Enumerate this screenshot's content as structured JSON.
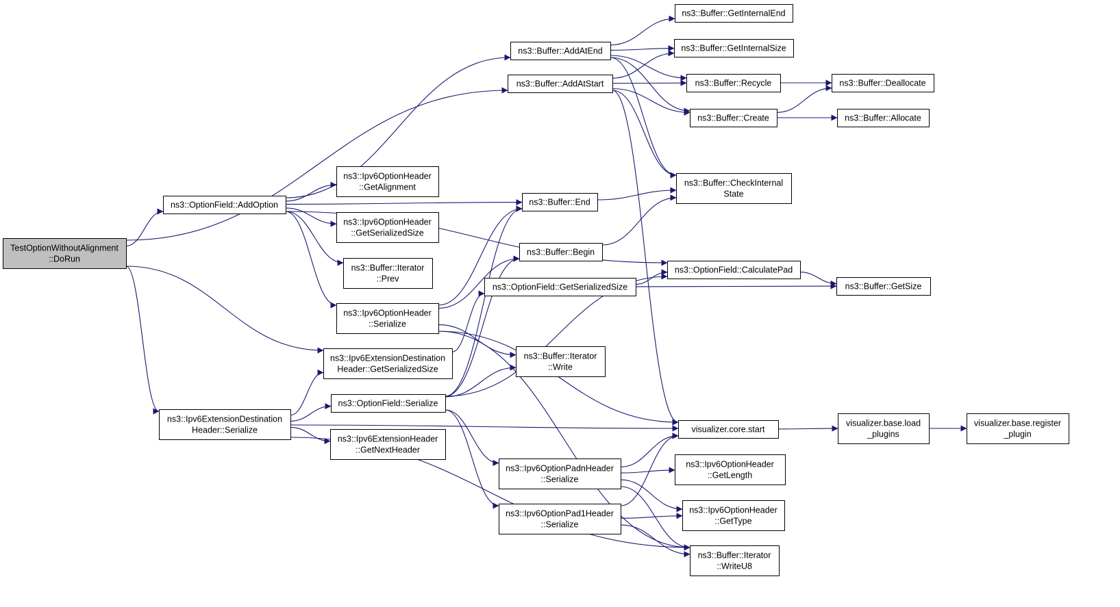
{
  "colors": {
    "edge": "#191970",
    "node_fill": "#ffffff",
    "root_fill": "#bfbfbf",
    "border": "#000000",
    "text": "#000000"
  },
  "nodes": [
    {
      "id": "n_dorun",
      "name": "node-testoption-dorun",
      "lines": [
        "TestOptionWithoutAlignment",
        "::DoRun"
      ],
      "root": true
    },
    {
      "id": "n_addoption",
      "name": "node-optionfield-addoption",
      "lines": [
        "ns3::OptionField::AddOption"
      ]
    },
    {
      "id": "n_ed_serialize",
      "name": "node-ipv6extdest-serialize",
      "lines": [
        "ns3::Ipv6ExtensionDestination",
        "Header::Serialize"
      ]
    },
    {
      "id": "n_ed_getsize",
      "name": "node-ipv6extdest-getserializedsize",
      "lines": [
        "ns3::Ipv6ExtensionDestination",
        "Header::GetSerializedSize"
      ]
    },
    {
      "id": "n_addatend",
      "name": "node-buffer-addatend",
      "lines": [
        "ns3::Buffer::AddAtEnd"
      ]
    },
    {
      "id": "n_addatstart",
      "name": "node-buffer-addatstart",
      "lines": [
        "ns3::Buffer::AddAtStart"
      ]
    },
    {
      "id": "n_oh_getalign",
      "name": "node-ipv6optionheader-getalignment",
      "lines": [
        "ns3::Ipv6OptionHeader",
        "::GetAlignment"
      ]
    },
    {
      "id": "n_oh_getsize",
      "name": "node-ipv6optionheader-getserializedsize",
      "lines": [
        "ns3::Ipv6OptionHeader",
        "::GetSerializedSize"
      ]
    },
    {
      "id": "n_iter_prev",
      "name": "node-buffer-iterator-prev",
      "lines": [
        "ns3::Buffer::Iterator",
        "::Prev"
      ]
    },
    {
      "id": "n_oh_serialize",
      "name": "node-ipv6optionheader-serialize",
      "lines": [
        "ns3::Ipv6OptionHeader",
        "::Serialize"
      ]
    },
    {
      "id": "n_of_serialize",
      "name": "node-optionfield-serialize",
      "lines": [
        "ns3::OptionField::Serialize"
      ]
    },
    {
      "id": "n_eh_getnext",
      "name": "node-ipv6extensionheader-getnextheader",
      "lines": [
        "ns3::Ipv6ExtensionHeader",
        "::GetNextHeader"
      ]
    },
    {
      "id": "n_end",
      "name": "node-buffer-end",
      "lines": [
        "ns3::Buffer::End"
      ]
    },
    {
      "id": "n_begin",
      "name": "node-buffer-begin",
      "lines": [
        "ns3::Buffer::Begin"
      ]
    },
    {
      "id": "n_of_getsize",
      "name": "node-optionfield-getserializedsize",
      "lines": [
        "ns3::OptionField::GetSerializedSize"
      ]
    },
    {
      "id": "n_iter_write",
      "name": "node-buffer-iterator-write",
      "lines": [
        "ns3::Buffer::Iterator",
        "::Write"
      ]
    },
    {
      "id": "n_padn_serialize",
      "name": "node-ipv6optionpadnheader-serialize",
      "lines": [
        "ns3::Ipv6OptionPadnHeader",
        "::Serialize"
      ]
    },
    {
      "id": "n_pad1_serialize",
      "name": "node-ipv6optionpad1header-serialize",
      "lines": [
        "ns3::Ipv6OptionPad1Header",
        "::Serialize"
      ]
    },
    {
      "id": "n_getinternalend",
      "name": "node-buffer-getinternalend",
      "lines": [
        "ns3::Buffer::GetInternalEnd"
      ]
    },
    {
      "id": "n_getinternalsize",
      "name": "node-buffer-getinternalsize",
      "lines": [
        "ns3::Buffer::GetInternalSize"
      ]
    },
    {
      "id": "n_recycle",
      "name": "node-buffer-recycle",
      "lines": [
        "ns3::Buffer::Recycle"
      ]
    },
    {
      "id": "n_create",
      "name": "node-buffer-create",
      "lines": [
        "ns3::Buffer::Create"
      ]
    },
    {
      "id": "n_checkinternal",
      "name": "node-buffer-checkinternalstate",
      "lines": [
        "ns3::Buffer::CheckInternal",
        "State"
      ]
    },
    {
      "id": "n_calcpad",
      "name": "node-optionfield-calculatepad",
      "lines": [
        "ns3::OptionField::CalculatePad"
      ]
    },
    {
      "id": "n_viz_start",
      "name": "node-visualizer-core-start",
      "lines": [
        "visualizer.core.start"
      ]
    },
    {
      "id": "n_oh_getlength",
      "name": "node-ipv6optionheader-getlength",
      "lines": [
        "ns3::Ipv6OptionHeader",
        "::GetLength"
      ]
    },
    {
      "id": "n_oh_gettype",
      "name": "node-ipv6optionheader-gettype",
      "lines": [
        "ns3::Ipv6OptionHeader",
        "::GetType"
      ]
    },
    {
      "id": "n_iter_writeu8",
      "name": "node-buffer-iterator-writeu8",
      "lines": [
        "ns3::Buffer::Iterator",
        "::WriteU8"
      ]
    },
    {
      "id": "n_deallocate",
      "name": "node-buffer-deallocate",
      "lines": [
        "ns3::Buffer::Deallocate"
      ]
    },
    {
      "id": "n_allocate",
      "name": "node-buffer-allocate",
      "lines": [
        "ns3::Buffer::Allocate"
      ]
    },
    {
      "id": "n_getsize",
      "name": "node-buffer-getsize",
      "lines": [
        "ns3::Buffer::GetSize"
      ]
    },
    {
      "id": "n_viz_load",
      "name": "node-visualizer-base-loadplugins",
      "lines": [
        "visualizer.base.load",
        "_plugins"
      ]
    },
    {
      "id": "n_viz_register",
      "name": "node-visualizer-base-registerplugin",
      "lines": [
        "visualizer.base.register",
        "_plugin"
      ]
    }
  ],
  "edges": [
    [
      "n_dorun",
      "n_addatstart"
    ],
    [
      "n_dorun",
      "n_addoption"
    ],
    [
      "n_dorun",
      "n_ed_getsize"
    ],
    [
      "n_dorun",
      "n_ed_serialize"
    ],
    [
      "n_addoption",
      "n_addatend"
    ],
    [
      "n_addoption",
      "n_calcpad"
    ],
    [
      "n_addoption",
      "n_end"
    ],
    [
      "n_addoption",
      "n_oh_getalign"
    ],
    [
      "n_addoption",
      "n_oh_getsize"
    ],
    [
      "n_addoption",
      "n_iter_prev"
    ],
    [
      "n_addoption",
      "n_oh_serialize"
    ],
    [
      "n_ed_serialize",
      "n_ed_getsize"
    ],
    [
      "n_ed_serialize",
      "n_of_serialize"
    ],
    [
      "n_ed_serialize",
      "n_eh_getnext"
    ],
    [
      "n_ed_serialize",
      "n_viz_start"
    ],
    [
      "n_ed_serialize",
      "n_iter_writeu8"
    ],
    [
      "n_ed_getsize",
      "n_of_getsize"
    ],
    [
      "n_addatend",
      "n_getinternalend"
    ],
    [
      "n_addatend",
      "n_getinternalsize"
    ],
    [
      "n_addatend",
      "n_recycle"
    ],
    [
      "n_addatend",
      "n_create"
    ],
    [
      "n_addatend",
      "n_checkinternal"
    ],
    [
      "n_addatstart",
      "n_getinternalsize"
    ],
    [
      "n_addatstart",
      "n_recycle"
    ],
    [
      "n_addatstart",
      "n_create"
    ],
    [
      "n_addatstart",
      "n_checkinternal"
    ],
    [
      "n_addatstart",
      "n_viz_start"
    ],
    [
      "n_oh_serialize",
      "n_end"
    ],
    [
      "n_oh_serialize",
      "n_begin"
    ],
    [
      "n_oh_serialize",
      "n_iter_write"
    ],
    [
      "n_oh_serialize",
      "n_viz_start"
    ],
    [
      "n_oh_serialize",
      "n_iter_writeu8"
    ],
    [
      "n_of_serialize",
      "n_end"
    ],
    [
      "n_of_serialize",
      "n_begin"
    ],
    [
      "n_of_serialize",
      "n_iter_write"
    ],
    [
      "n_of_serialize",
      "n_calcpad"
    ],
    [
      "n_of_serialize",
      "n_padn_serialize"
    ],
    [
      "n_of_serialize",
      "n_pad1_serialize"
    ],
    [
      "n_of_getsize",
      "n_calcpad"
    ],
    [
      "n_of_getsize",
      "n_getsize"
    ],
    [
      "n_end",
      "n_checkinternal"
    ],
    [
      "n_begin",
      "n_checkinternal"
    ],
    [
      "n_recycle",
      "n_deallocate"
    ],
    [
      "n_create",
      "n_deallocate"
    ],
    [
      "n_create",
      "n_allocate"
    ],
    [
      "n_calcpad",
      "n_getsize"
    ],
    [
      "n_padn_serialize",
      "n_viz_start"
    ],
    [
      "n_padn_serialize",
      "n_oh_getlength"
    ],
    [
      "n_padn_serialize",
      "n_oh_gettype"
    ],
    [
      "n_padn_serialize",
      "n_iter_writeu8"
    ],
    [
      "n_pad1_serialize",
      "n_viz_start"
    ],
    [
      "n_pad1_serialize",
      "n_oh_gettype"
    ],
    [
      "n_pad1_serialize",
      "n_iter_writeu8"
    ],
    [
      "n_viz_start",
      "n_viz_load"
    ],
    [
      "n_viz_load",
      "n_viz_register"
    ]
  ]
}
